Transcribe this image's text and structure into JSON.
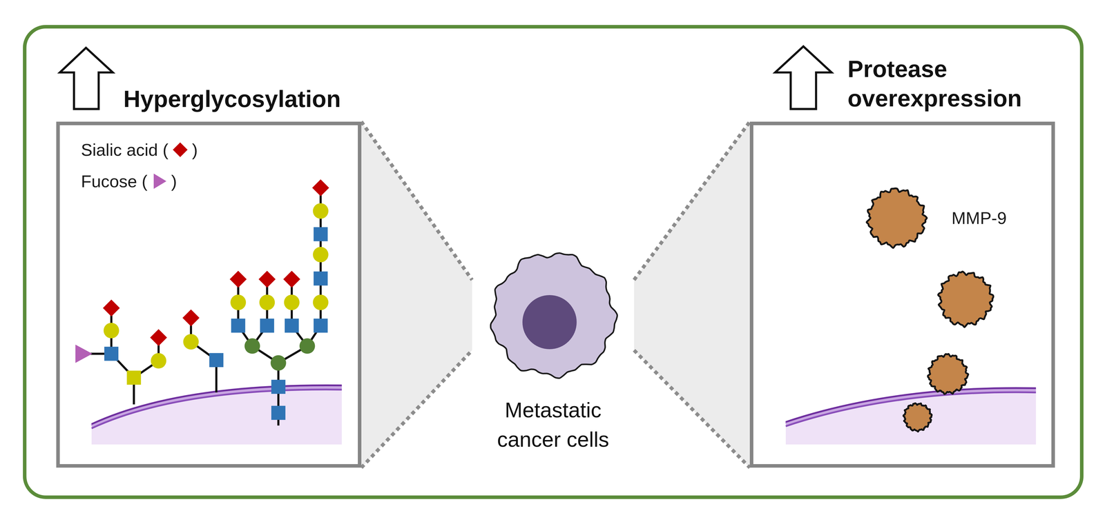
{
  "diagram": {
    "nodes": [
      {
        "text": [
          "Hyperglycosylation"
        ]
      },
      {
        "text": [
          "Metastatic cancer cells"
        ]
      },
      {
        "text": [
          "Protease overexpression"
        ]
      }
    ],
    "edges": [
      {
        "from": 0,
        "to": 1,
        "arrow": "none"
      },
      {
        "from": 1,
        "to": 2,
        "arrow": "none"
      }
    ],
    "labels": [
      "MMP-9"
    ],
    "legend": [
      {
        "text": "Sialic acid (     )"
      },
      {
        "text": "Fucose (     )"
      }
    ]
  }
}
